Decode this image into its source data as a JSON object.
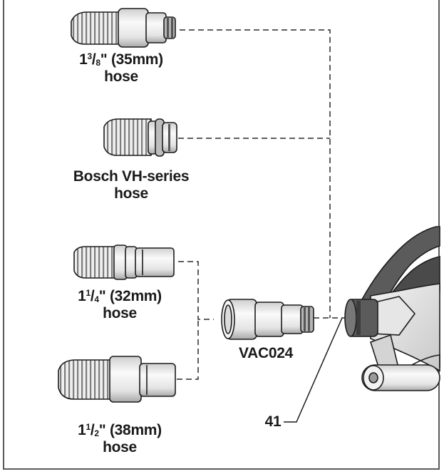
{
  "labels": {
    "hose_35": {
      "whole": "1",
      "num": "3",
      "den": "8",
      "rest": "\" (35mm)",
      "line2": "hose"
    },
    "bosch": {
      "line1": "Bosch VH-series",
      "line2": "hose"
    },
    "hose_32": {
      "whole": "1",
      "num": "1",
      "den": "4",
      "rest": "\" (32mm)",
      "line2": "hose"
    },
    "hose_38": {
      "whole": "1",
      "num": "1",
      "den": "2",
      "rest": "\" (38mm)",
      "line2": "hose"
    },
    "adapter": "VAC024",
    "callout": "41"
  },
  "colors": {
    "line": "#2a2a2a",
    "frame": "#5a5a5a",
    "hose_light": "#e6e6e6",
    "hose_dark": "#8a8a8a",
    "tool_dark": "#5b5b5b",
    "tool_light": "#d9d9d9"
  }
}
